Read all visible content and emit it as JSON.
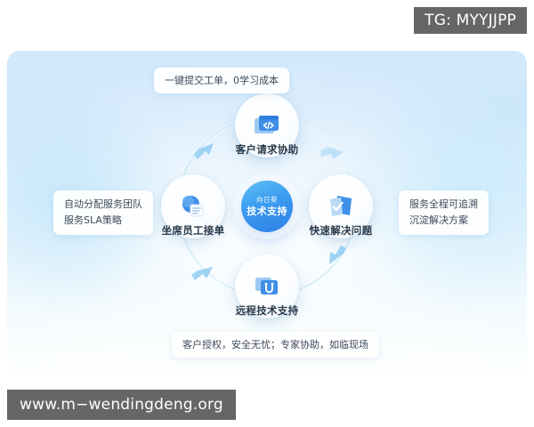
{
  "watermarks": {
    "telegram": "TG: MYYJJPP",
    "website": "www.m−wendingdeng.org"
  },
  "diagram": {
    "hub": {
      "brand": "向日葵",
      "title": "技术支持",
      "accent": "#3a9bf0"
    },
    "nodes": [
      {
        "id": "top",
        "label": "客户请求协助",
        "icon": "code-window-icon"
      },
      {
        "id": "left",
        "label": "坐席员工接单",
        "icon": "agent-ticket-icon"
      },
      {
        "id": "right",
        "label": "快速解决问题",
        "icon": "checked-document-icon"
      },
      {
        "id": "bottom",
        "label": "远程技术支持",
        "icon": "remote-screen-icon"
      }
    ],
    "callouts": {
      "top": "一键提交工单，0学习成本",
      "left_line1": "自动分配服务团队",
      "left_line2": "服务SLA策略",
      "right_line1": "服务全程可追溯",
      "right_line2": "沉淀解决方案",
      "bottom": "客户授权，安全无忧；专家协助，如临现场"
    }
  }
}
